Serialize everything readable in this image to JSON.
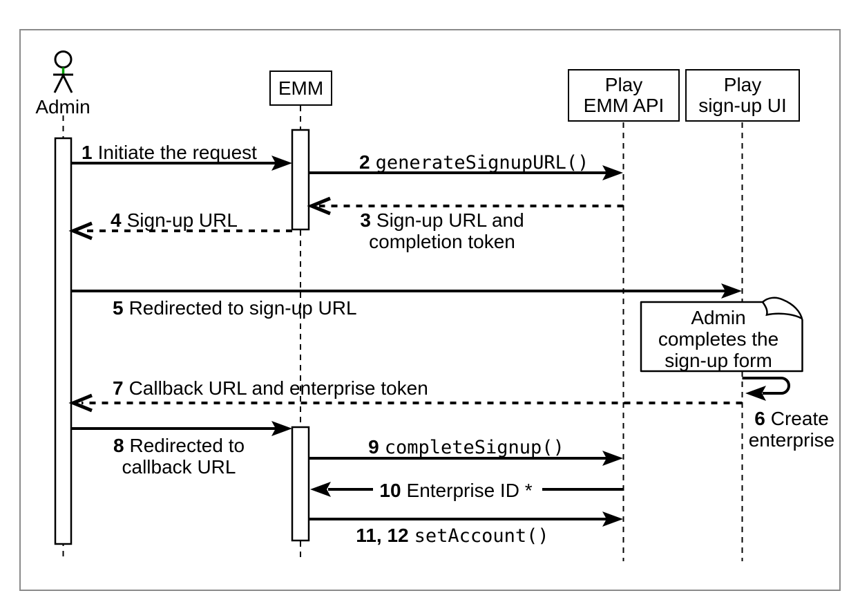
{
  "colors": {
    "line": "#000000",
    "frame_border": "#8A8A8A",
    "actor_accent": "#00A000",
    "background": "#FFFFFF"
  },
  "participants": [
    {
      "id": "admin",
      "type": "actor",
      "label": "Admin"
    },
    {
      "id": "emm",
      "type": "box",
      "label": "EMM"
    },
    {
      "id": "play-emm-api",
      "type": "box",
      "line1": "Play",
      "line2": "EMM API"
    },
    {
      "id": "play-signup-ui",
      "type": "box",
      "line1": "Play",
      "line2": "sign-up UI"
    }
  ],
  "messages": [
    {
      "num": "1",
      "text": "Initiate the request",
      "from": "Admin",
      "to": "EMM",
      "style": "solid"
    },
    {
      "num": "2",
      "text": "generateSignupURL()",
      "from": "EMM",
      "to": "Play EMM API",
      "style": "solid",
      "mono": true
    },
    {
      "num": "3",
      "text1": "Sign-up URL and",
      "text2": "completion token",
      "from": "Play EMM API",
      "to": "EMM",
      "style": "dashed"
    },
    {
      "num": "4",
      "text": "Sign-up URL",
      "from": "EMM",
      "to": "Admin",
      "style": "dashed"
    },
    {
      "num": "5",
      "text": "Redirected to sign-up URL",
      "from": "Admin",
      "to": "Play sign-up UI",
      "style": "solid"
    },
    {
      "num": "6",
      "text1": "Create",
      "text2": "enterprise",
      "from": "Play sign-up UI",
      "to": "Play sign-up UI",
      "style": "self"
    },
    {
      "num": "7",
      "text": "Callback URL and enterprise token",
      "from": "Play sign-up UI",
      "to": "Admin",
      "style": "dashed"
    },
    {
      "num": "8",
      "text1": "Redirected to",
      "text2": "callback URL",
      "from": "Admin",
      "to": "EMM",
      "style": "solid"
    },
    {
      "num": "9",
      "text": "completeSignup()",
      "from": "EMM",
      "to": "Play EMM API",
      "style": "solid",
      "mono": true
    },
    {
      "num": "10",
      "text": "Enterprise ID *",
      "from": "Play EMM API",
      "to": "EMM",
      "style": "solid"
    },
    {
      "num": "11, 12",
      "text": "setAccount()",
      "from": "EMM",
      "to": "Play EMM API",
      "style": "solid",
      "mono": true
    }
  ],
  "note": {
    "lines": [
      "Admin",
      "completes the",
      "sign-up form"
    ]
  }
}
